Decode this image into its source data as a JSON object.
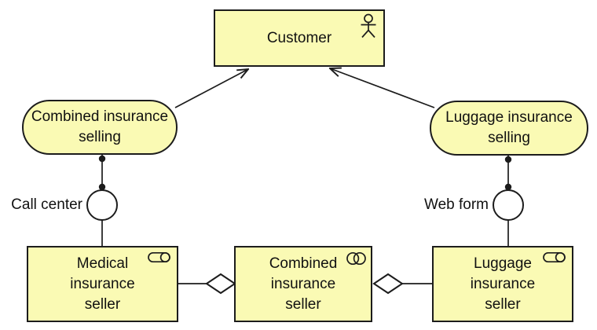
{
  "diagram": {
    "kind": "archimate-business-layer-diagram",
    "colors": {
      "node_fill": "#fafab4",
      "node_border": "#1c1c1c",
      "line": "#1c1c1c",
      "interface_fill": "#ffffff",
      "background": "#ffffff",
      "text": "#111111"
    }
  },
  "nodes": {
    "customer": {
      "label": "Customer",
      "element_type": "business-actor",
      "icon": "actor-icon"
    },
    "combined_selling": {
      "label": "Combined insurance selling",
      "element_type": "business-service"
    },
    "luggage_selling": {
      "label": "Luggage insurance selling",
      "element_type": "business-service"
    },
    "call_center": {
      "label": "Call center",
      "element_type": "business-interface",
      "icon": "interface-circle-icon"
    },
    "web_form": {
      "label": "Web form",
      "element_type": "business-interface",
      "icon": "interface-circle-icon"
    },
    "medical_seller": {
      "label": "Medical insurance seller",
      "element_type": "business-role",
      "icon": "role-icon"
    },
    "combined_seller": {
      "label": "Combined insurance seller",
      "element_type": "business-collaboration",
      "icon": "collaboration-icon"
    },
    "luggage_seller": {
      "label": "Luggage insurance seller",
      "element_type": "business-role",
      "icon": "role-icon"
    }
  },
  "relationships": [
    {
      "type": "serving",
      "from": "combined_selling",
      "to": "customer",
      "style": "open-arrow"
    },
    {
      "type": "serving",
      "from": "luggage_selling",
      "to": "customer",
      "style": "open-arrow"
    },
    {
      "type": "assignment",
      "from": "combined_selling",
      "to": "call_center",
      "style": "ball-ends"
    },
    {
      "type": "assignment",
      "from": "luggage_selling",
      "to": "web_form",
      "style": "ball-ends"
    },
    {
      "type": "connection",
      "from": "call_center",
      "to": "medical_seller",
      "style": "plain-line"
    },
    {
      "type": "connection",
      "from": "web_form",
      "to": "luggage_seller",
      "style": "plain-line"
    },
    {
      "type": "aggregation",
      "whole": "combined_seller",
      "part": "medical_seller",
      "style": "hollow-diamond"
    },
    {
      "type": "aggregation",
      "whole": "combined_seller",
      "part": "luggage_seller",
      "style": "hollow-diamond"
    }
  ]
}
